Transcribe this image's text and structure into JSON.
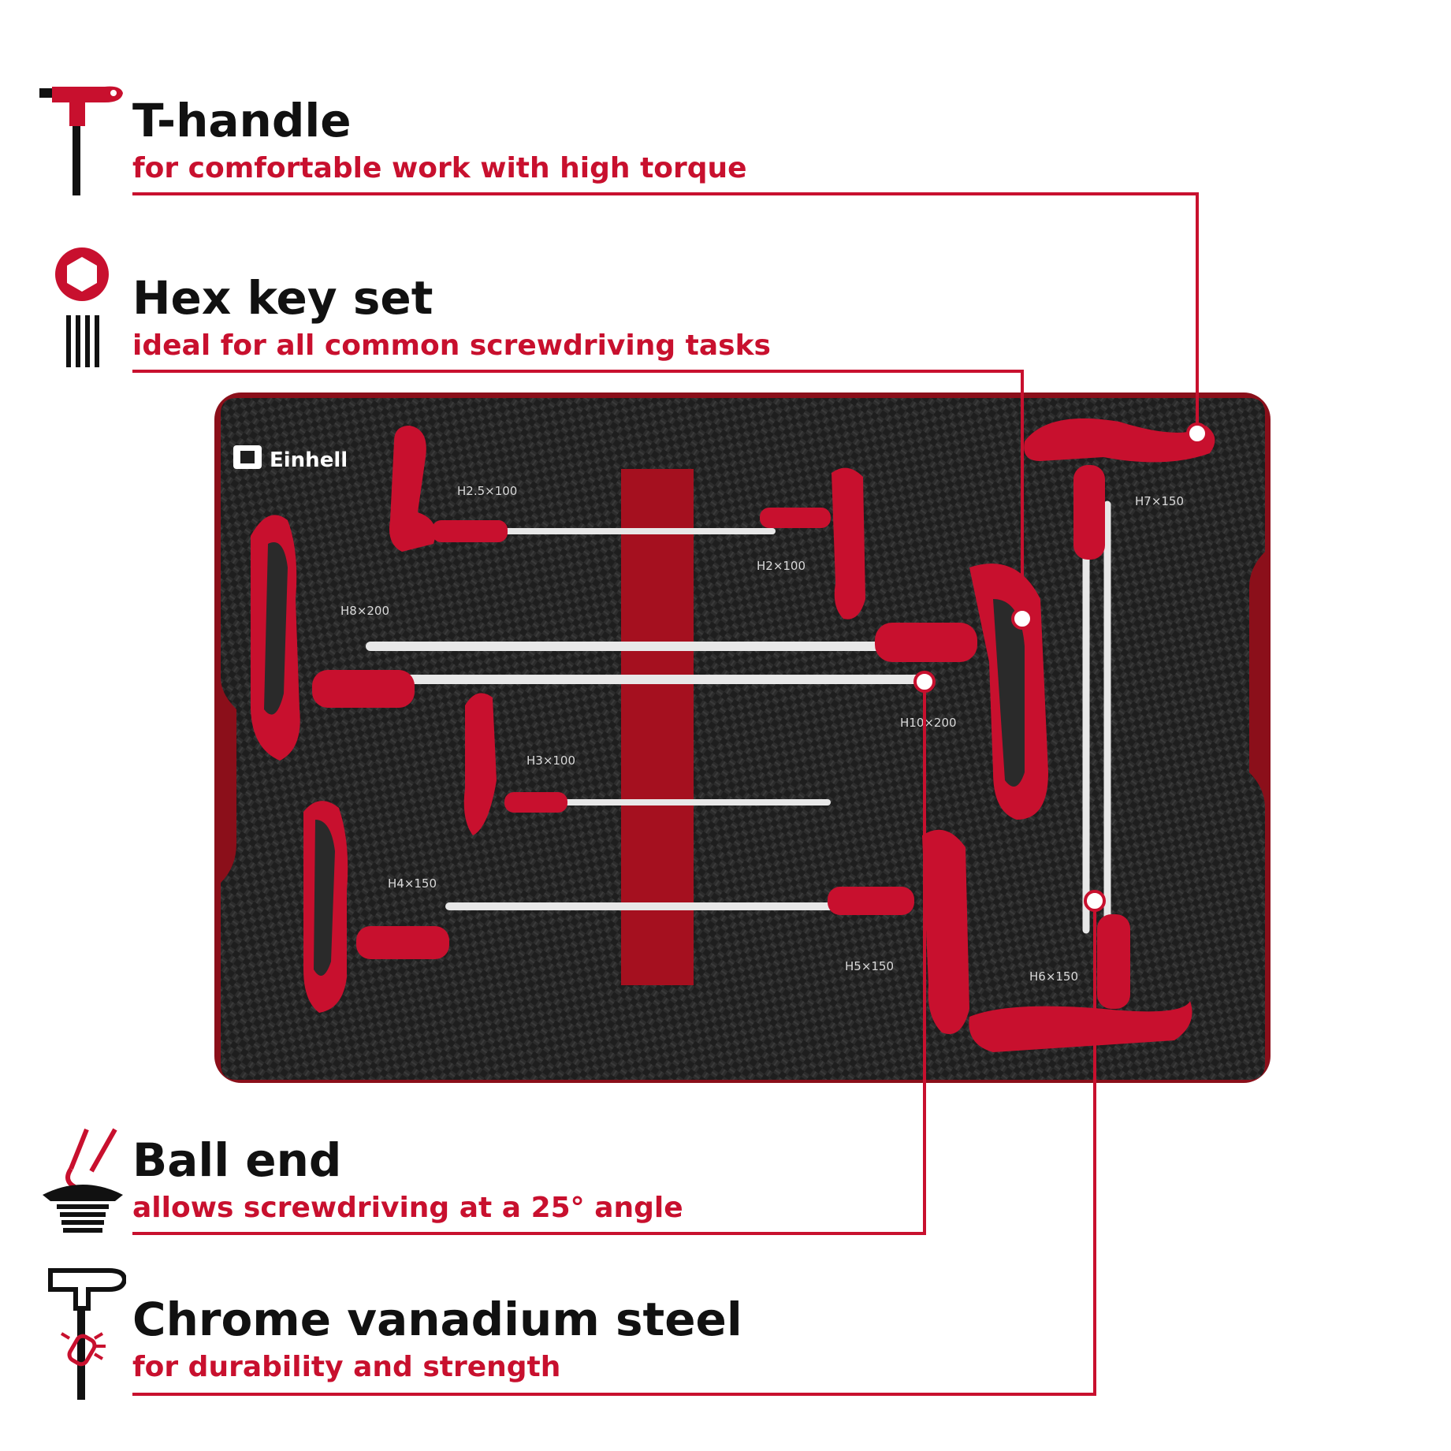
{
  "features": [
    {
      "title": "T-handle",
      "subtitle": "for comfortable work with high torque",
      "icon": "t-handle-icon"
    },
    {
      "title": "Hex key set",
      "subtitle": "ideal for all common screwdriving tasks",
      "icon": "hex-key-set-icon"
    },
    {
      "title": "Ball end",
      "subtitle": "allows screwdriving at a 25° angle",
      "icon": "ball-end-icon"
    },
    {
      "title": "Chrome vanadium steel",
      "subtitle": "for durability and strength",
      "icon": "chrome-vanadium-steel-icon"
    }
  ],
  "brand": "Einhell",
  "tools": [
    {
      "label": "H2.5×100"
    },
    {
      "label": "H2×100"
    },
    {
      "label": "H8×200"
    },
    {
      "label": "H10×200"
    },
    {
      "label": "H3×100"
    },
    {
      "label": "H4×150"
    },
    {
      "label": "H5×150"
    },
    {
      "label": "H6×150"
    },
    {
      "label": "H7×150"
    }
  ],
  "colors": {
    "accent": "#c8102e",
    "text": "#111111",
    "tray": "#1c1c1c"
  }
}
